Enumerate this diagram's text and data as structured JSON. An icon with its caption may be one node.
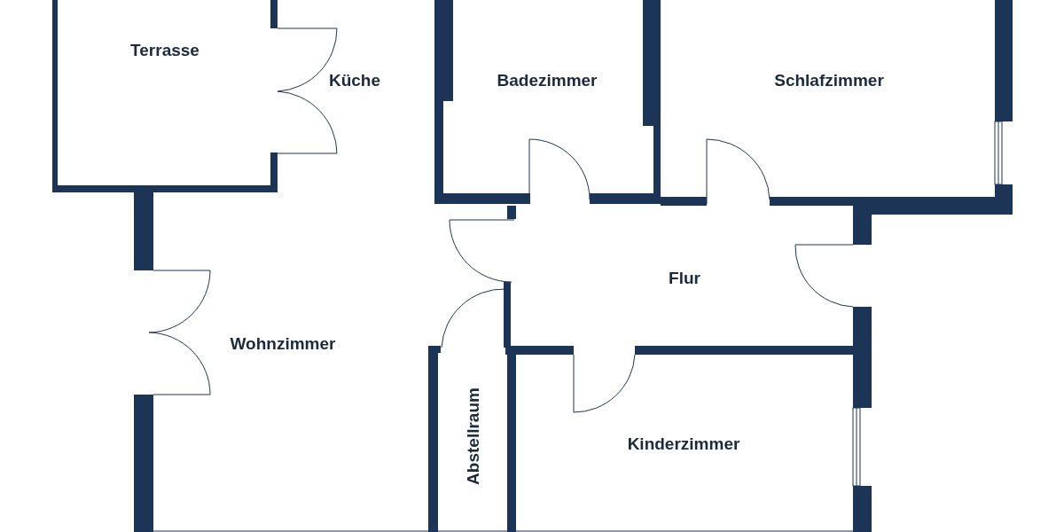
{
  "diagram": {
    "labels": [
      "Terrasse",
      "Küche",
      "Badezimmer",
      "Schlafzimmer",
      "Flur",
      "Wohnzimmer",
      "Abstellraum",
      "Kinderzimmer"
    ]
  }
}
